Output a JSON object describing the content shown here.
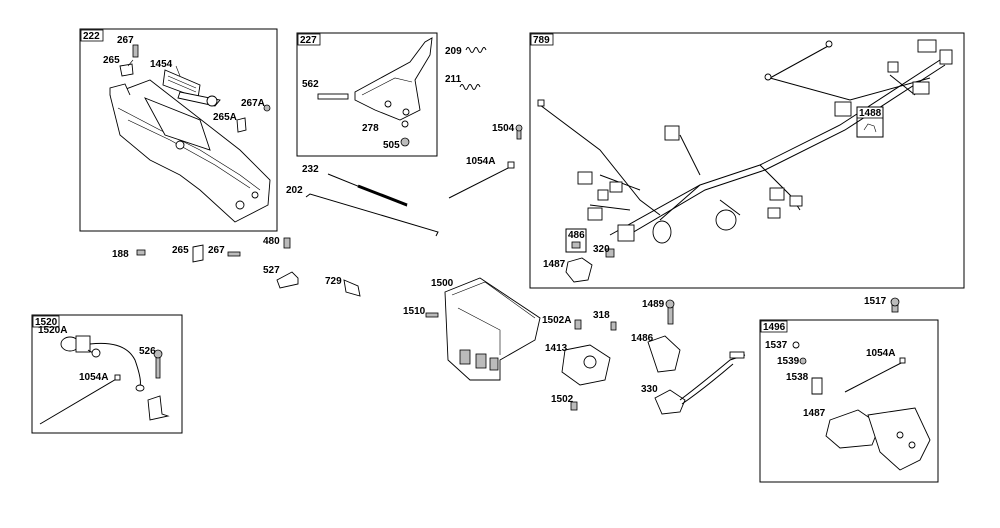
{
  "groups": {
    "g222": "222",
    "g227": "227",
    "g789": "789",
    "g1520": "1520",
    "g1496": "1496"
  },
  "subgroups": {
    "s1488": "1488",
    "s486": "486"
  },
  "callouts": {
    "c267a": "267",
    "c265a": "265",
    "c1454": "1454",
    "c267A": "267A",
    "c265A": "265A",
    "c562": "562",
    "c209": "209",
    "c211": "211",
    "c278": "278",
    "c505": "505",
    "c1504": "1504",
    "c1054A_top": "1054A",
    "c232": "232",
    "c202": "202",
    "c188": "188",
    "c265b": "265",
    "c267b": "267",
    "c480": "480",
    "c527": "527",
    "c729": "729",
    "c1500": "1500",
    "c1510": "1510",
    "c320": "320",
    "c1487a": "1487",
    "c1520A": "1520A",
    "c526": "526",
    "c1054A_left": "1054A",
    "c1502A": "1502A",
    "c318": "318",
    "c1489": "1489",
    "c1413": "1413",
    "c1486": "1486",
    "c330": "330",
    "c1502": "1502",
    "c1517": "1517",
    "c1537": "1537",
    "c1539": "1539",
    "c1538": "1538",
    "c1054A_right": "1054A",
    "c1487b": "1487"
  }
}
